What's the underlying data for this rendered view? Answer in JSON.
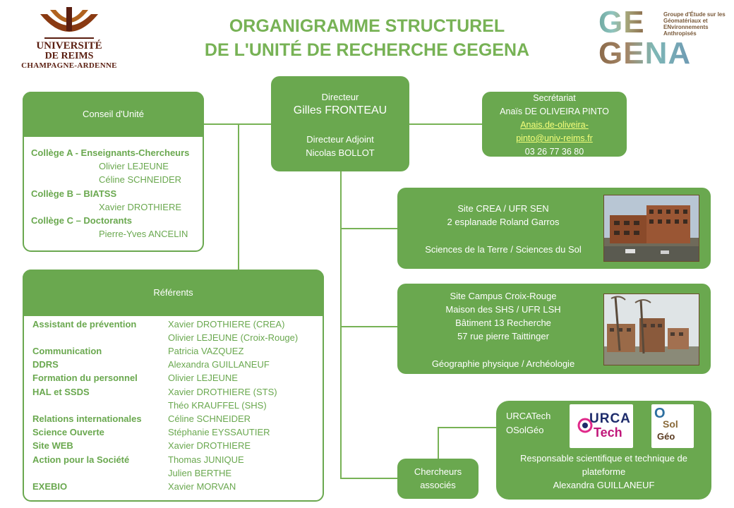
{
  "logos": {
    "university": {
      "line1": "UNIVERSITÉ",
      "line2": "DE REIMS",
      "line3": "CHAMPAGNE-ARDENNE"
    },
    "gegena": {
      "word1": "GE",
      "word2": "GENA",
      "tagline": "Groupe d'Étude sur les Géomatériaux et ENvironnements Anthropisés"
    }
  },
  "title": {
    "line1": "ORGANIGRAMME STRUCTUREL",
    "line2": "DE L'UNITÉ DE RECHERCHE GEGENA"
  },
  "directeur": {
    "role": "Directeur",
    "name": "Gilles FRONTEAU",
    "adjoint_role": "Directeur  Adjoint",
    "adjoint_name": "Nicolas BOLLOT"
  },
  "secretariat": {
    "title": "Secrétariat",
    "name": "Anaïs DE OLIVEIRA PINTO",
    "email_line1": "Anais.de-oliveira-",
    "email_line2": "pinto@univ-reims.fr",
    "phone": "03 26 77 36 80"
  },
  "conseil": {
    "title": "Conseil d'Unité",
    "colleges": [
      {
        "label": "Collège A - Enseignants-Chercheurs",
        "members": [
          "Olivier LEJEUNE",
          "Céline SCHNEIDER"
        ]
      },
      {
        "label": "Collège B – BIATSS",
        "members": [
          "Xavier DROTHIERE"
        ]
      },
      {
        "label": "Collège C – Doctorants",
        "members": [
          "Pierre-Yves ANCELIN"
        ]
      }
    ]
  },
  "referents": {
    "title": "Référents",
    "rows": [
      {
        "role": "Assistant de prévention",
        "name": "Xavier DROTHIERE (CREA)"
      },
      {
        "role": "",
        "name": "Olivier LEJEUNE (Croix-Rouge)"
      },
      {
        "role": "Communication",
        "name": "Patricia VAZQUEZ"
      },
      {
        "role": "DDRS",
        "name": "Alexandra GUILLANEUF"
      },
      {
        "role": "Formation du personnel",
        "name": "Olivier LEJEUNE"
      },
      {
        "role": "HAL et SSDS",
        "name": "Xavier DROTHIERE (STS)"
      },
      {
        "role": "",
        "name": "Théo KRAUFFEL (SHS)"
      },
      {
        "role": "Relations internationales",
        "name": "Céline SCHNEIDER"
      },
      {
        "role": "Science Ouverte",
        "name": "Stéphanie EYSSAUTIER"
      },
      {
        "role": "Site WEB",
        "name": "Xavier DROTHIERE"
      },
      {
        "role": "Action pour la Société",
        "name": "Thomas JUNIQUE"
      },
      {
        "role": "",
        "name": "Julien BERTHE"
      },
      {
        "role": "EXEBIO",
        "name": "Xavier MORVAN"
      }
    ]
  },
  "site_crea": {
    "line1": "Site CREA / UFR SEN",
    "line2": "2 esplanade Roland Garros",
    "line3": "Sciences de la Terre / Sciences du Sol"
  },
  "site_croix_rouge": {
    "line1": "Site Campus Croix-Rouge",
    "line2": "Maison des SHS / UFR LSH",
    "line3": "Bâtiment 13 Recherche",
    "line4": "57 rue pierre Taittinger",
    "line5": "Géographie physique / Archéologie"
  },
  "plateformes": {
    "name1": "URCATech",
    "name2": "OSolGéo",
    "urca_logo_top": "URCA",
    "urca_logo_bottom": "Tech",
    "osol_logo_o": "O",
    "osol_logo_sol": "Sol",
    "osol_logo_g": "Géo",
    "resp_line1": "Responsable scientifique et technique de",
    "resp_line2": "plateforme",
    "resp_name": "Alexandra GUILLANEUF"
  },
  "chercheurs": {
    "line1": "Chercheurs",
    "line2": "associés"
  },
  "colors": {
    "green": "#6aa84f",
    "title_green": "#77b255",
    "link_yellow": "#f4ff7a"
  }
}
